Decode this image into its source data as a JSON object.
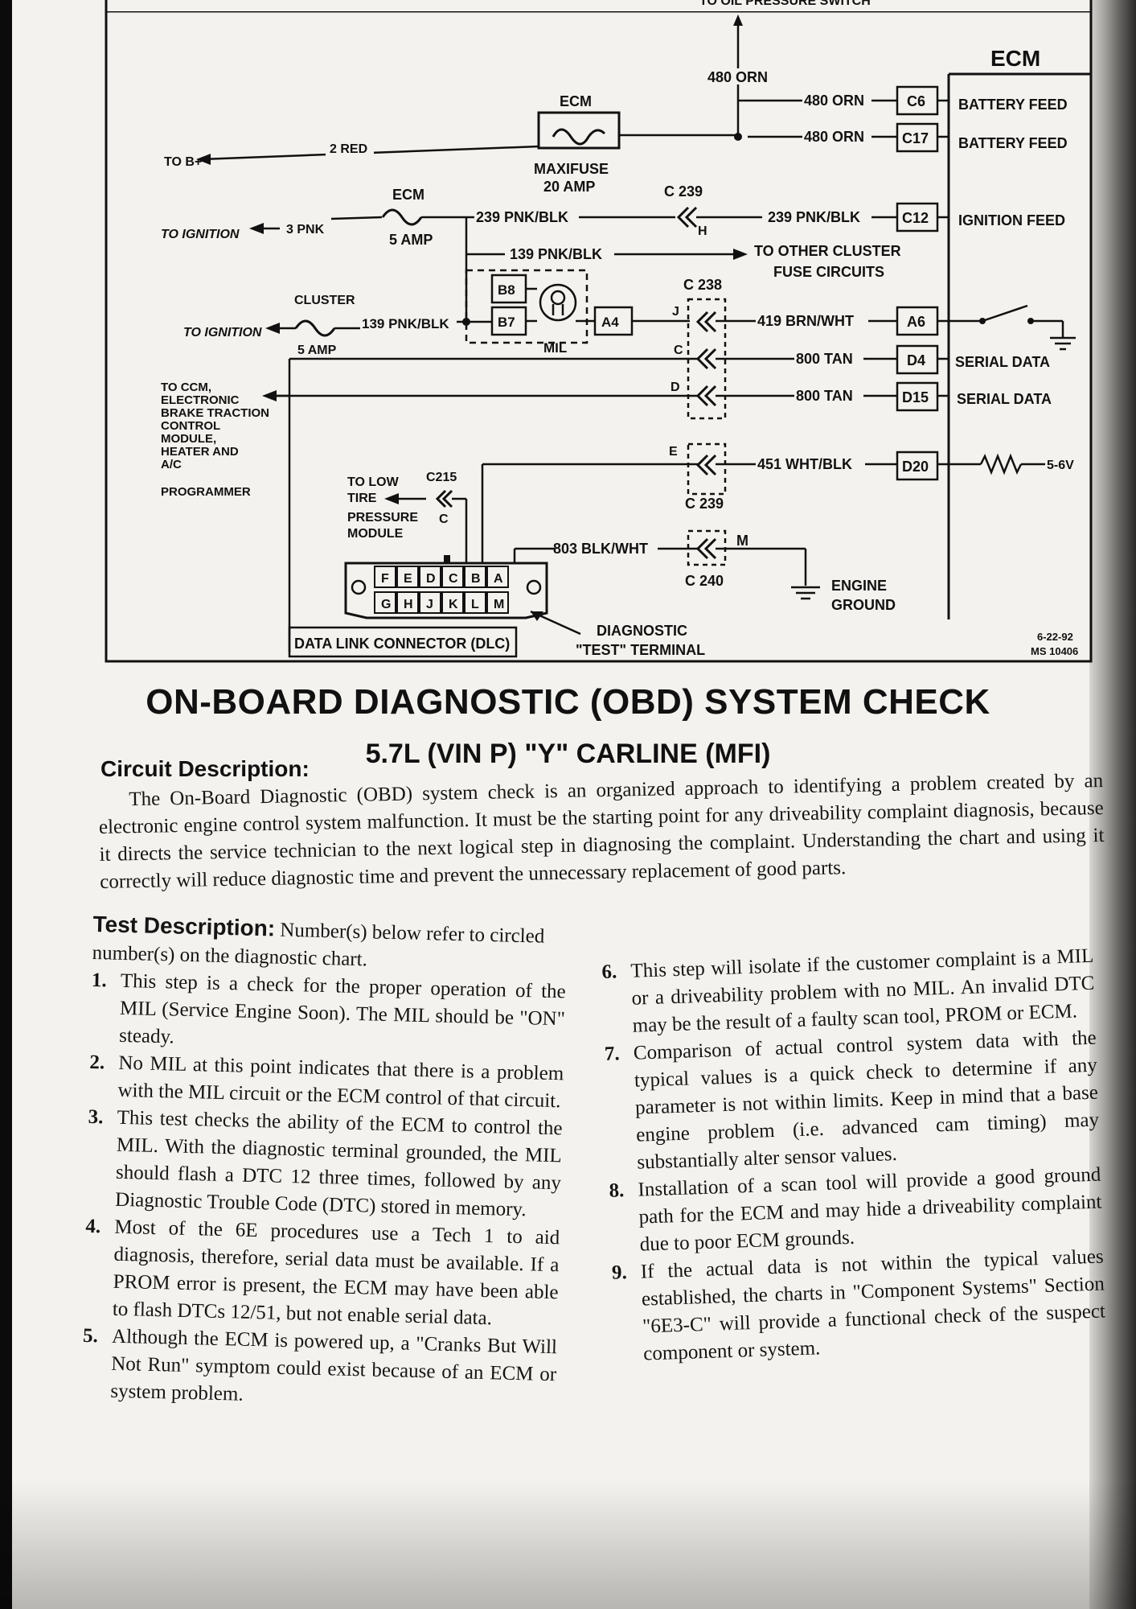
{
  "diagram": {
    "top_cutoff": "TO OIL PRESSURE SWITCH",
    "ecm_block_title": "ECM",
    "top_wire": "480 ORN",
    "pins": [
      {
        "id": "C6",
        "label": "BATTERY FEED",
        "wire": "480 ORN"
      },
      {
        "id": "C17",
        "label": "BATTERY FEED",
        "wire": "480 ORN"
      },
      {
        "id": "C12",
        "label": "IGNITION FEED",
        "wire": "239 PNK/BLK"
      },
      {
        "id": "A6",
        "label": "",
        "wire": "419 BRN/WHT"
      },
      {
        "id": "D4",
        "label": "SERIAL DATA",
        "wire": "800 TAN"
      },
      {
        "id": "D15",
        "label": "SERIAL DATA",
        "wire": "800 TAN"
      },
      {
        "id": "D20",
        "label": "",
        "wire": "451 WHT/BLK"
      }
    ],
    "to_b_plus": "TO B+",
    "red_wire": "2 RED",
    "maxifuse_top": "ECM",
    "maxifuse_label_1": "MAXIFUSE",
    "maxifuse_label_2": "20 AMP",
    "to_ignition_1": "TO IGNITION",
    "pnk_wire": "3 PNK",
    "ecm_fuse_top": "ECM",
    "ecm_fuse_amp": "5 AMP",
    "wire_239": "239 PNK/BLK",
    "c239_top": "C 239",
    "c239_h": "H",
    "wire_139": "139 PNK/BLK",
    "to_other_1": "TO OTHER CLUSTER",
    "to_other_2": "FUSE CIRCUITS",
    "cluster": "CLUSTER",
    "to_ignition_2": "TO IGNITION",
    "cluster_amp": "5 AMP",
    "wire_139b": "139 PNK/BLK",
    "b8": "B8",
    "b7": "B7",
    "a4": "A4",
    "mil": "MIL",
    "c238": "C 238",
    "j": "J",
    "c": "C",
    "d": "D",
    "e": "E",
    "c239_bottom": "C 239",
    "to_ccm": [
      "TO CCM,",
      "ELECTRONIC",
      "BRAKE TRACTION",
      "CONTROL",
      "MODULE,",
      "HEATER AND",
      "A/C",
      "PROGRAMMER"
    ],
    "low_tire": [
      "TO LOW",
      "TIRE",
      "PRESSURE",
      "MODULE"
    ],
    "c215": "C215",
    "c215_c": "C",
    "wire_803": "803 BLK/WHT",
    "m": "M",
    "c240": "C 240",
    "engine_ground_1": "ENGINE",
    "engine_ground_2": "GROUND",
    "voltage": "5-6V",
    "dlc_top": [
      "F",
      "E",
      "D",
      "C",
      "B",
      "A"
    ],
    "dlc_bottom": [
      "G",
      "H",
      "J",
      "K",
      "L",
      "M"
    ],
    "dlc_label": "DATA LINK CONNECTOR (DLC)",
    "diag_1": "DIAGNOSTIC",
    "diag_2": "\"TEST\" TERMINAL",
    "date": "6-22-92",
    "ms": "MS 10406"
  },
  "title": "ON-BOARD DIAGNOSTIC (OBD) SYSTEM CHECK",
  "subtitle": "5.7L (VIN P) \"Y\" CARLINE (MFI)",
  "circuit_heading": "Circuit Description:",
  "circuit_text": "The On-Board Diagnostic (OBD) system check is an organized approach to identifying a problem created by an electronic engine control system malfunction. It must be the starting point for any driveability complaint diagnosis, because it directs the service technician to the next logical step in diagnosing the complaint. Understanding the chart and using it correctly will reduce diagnostic time and prevent the unnecessary replacement of good parts.",
  "test_heading": "Test Description:",
  "test_intro": "Number(s) below refer to circled number(s) on the diagnostic chart.",
  "left_items": [
    {
      "n": "1.",
      "t": "This step is a check for the proper operation of the MIL (Service Engine Soon). The MIL should be \"ON\" steady."
    },
    {
      "n": "2.",
      "t": "No MIL at this point indicates that there is a problem with the MIL circuit or the ECM control of that circuit."
    },
    {
      "n": "3.",
      "t": "This test checks the ability of the ECM to control the MIL. With the diagnostic terminal grounded, the MIL should flash a DTC 12 three times, followed by any Diagnostic Trouble Code (DTC) stored in memory."
    },
    {
      "n": "4.",
      "t": "Most of the 6E procedures use a Tech 1 to aid diagnosis, therefore, serial data must be available. If a PROM error is present, the ECM may have been able to flash DTCs 12/51, but not enable serial data."
    },
    {
      "n": "5.",
      "t": "Although the ECM is powered up, a \"Cranks But Will Not Run\" symptom could exist because of an ECM or system problem."
    }
  ],
  "right_items": [
    {
      "n": "6.",
      "t": "This step will isolate if the customer complaint is a MIL or a driveability problem with no MIL. An invalid DTC may be the result of a faulty scan tool, PROM or ECM."
    },
    {
      "n": "7.",
      "t": "Comparison of actual control system data with the typical values is a quick check to determine if any parameter is not within limits. Keep in mind that a base engine problem (i.e. advanced cam timing) may substantially alter sensor values."
    },
    {
      "n": "8.",
      "t": "Installation of a scan tool will provide a good ground path for the ECM and may hide a driveability complaint due to poor ECM grounds."
    },
    {
      "n": "9.",
      "t": "If the actual data is not within the typical values established, the charts in \"Component Systems\" Section \"6E3-C\" will provide a functional check of the suspect component or system."
    }
  ]
}
